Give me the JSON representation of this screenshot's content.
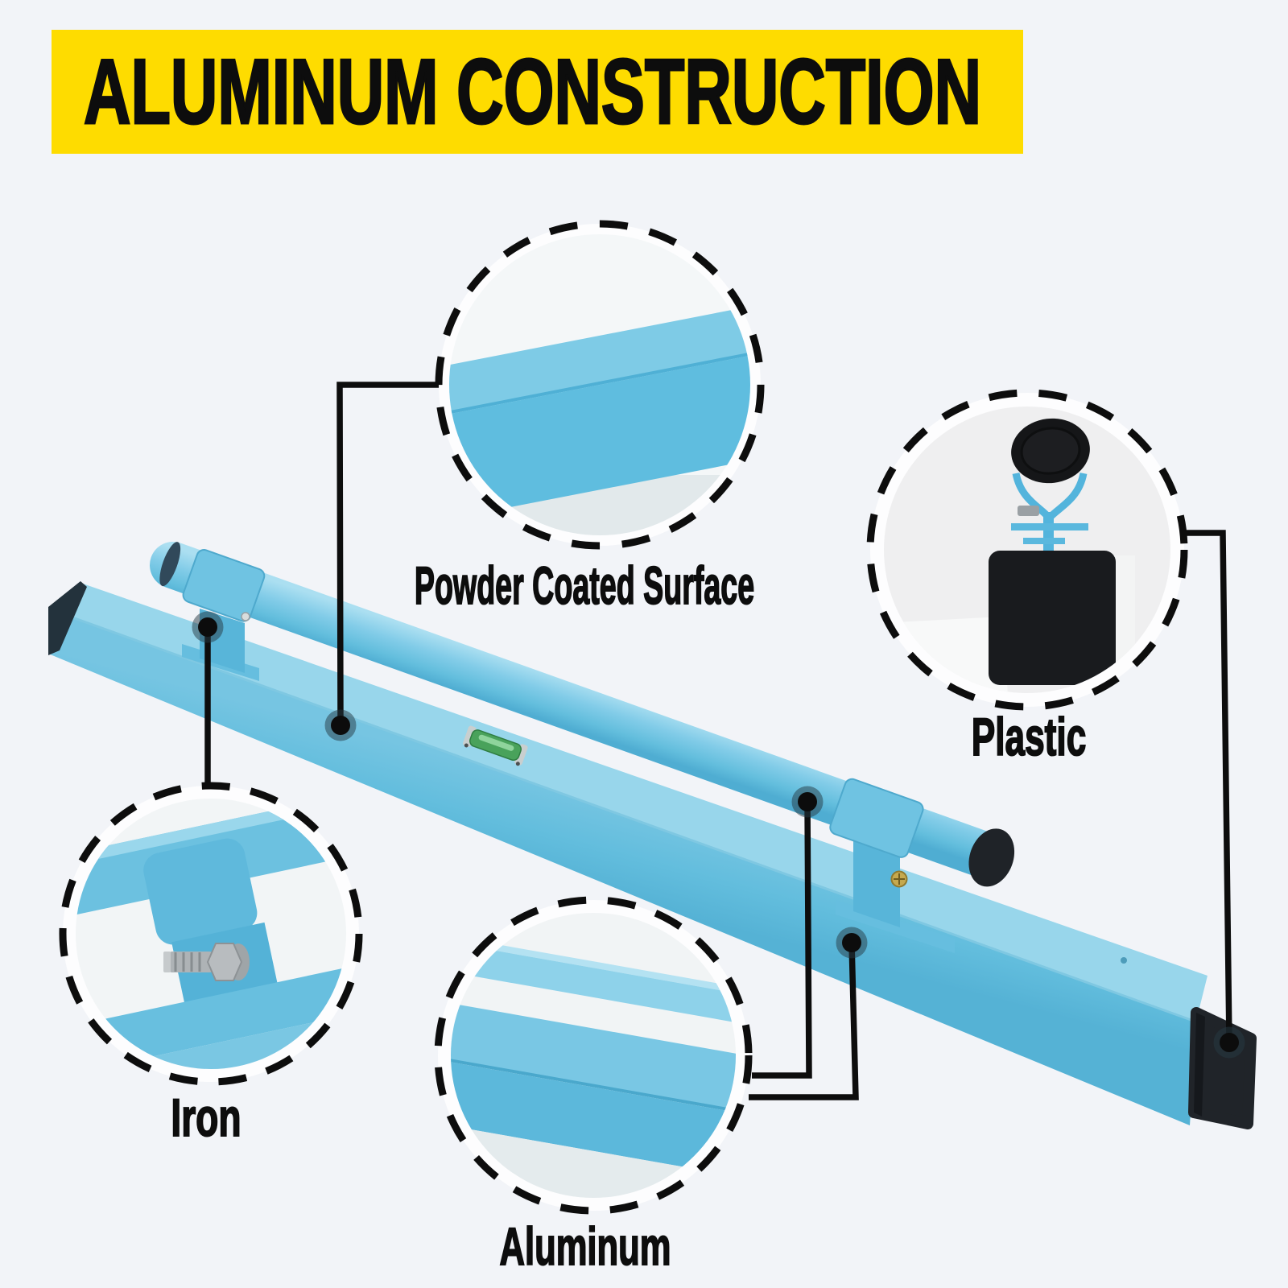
{
  "banner": {
    "title": "ALUMINUM CONSTRUCTION"
  },
  "callouts": {
    "powder": {
      "label": "Powder Coated Surface"
    },
    "plastic": {
      "label": "Plastic"
    },
    "iron": {
      "label": "Iron"
    },
    "aluminum": {
      "label": "Aluminum"
    }
  },
  "colors": {
    "page_bg": "#f2f4f8",
    "banner_bg": "#fedc00",
    "ink": "#0d0d0d",
    "product_blue_top": "#98d6eb",
    "product_blue_front": "#62bddd",
    "product_blue_deep": "#54b0d4",
    "end_cap_black": "#1f2328",
    "vial_green": "#49a25b",
    "bolt_silver": "#b8bcbf"
  }
}
